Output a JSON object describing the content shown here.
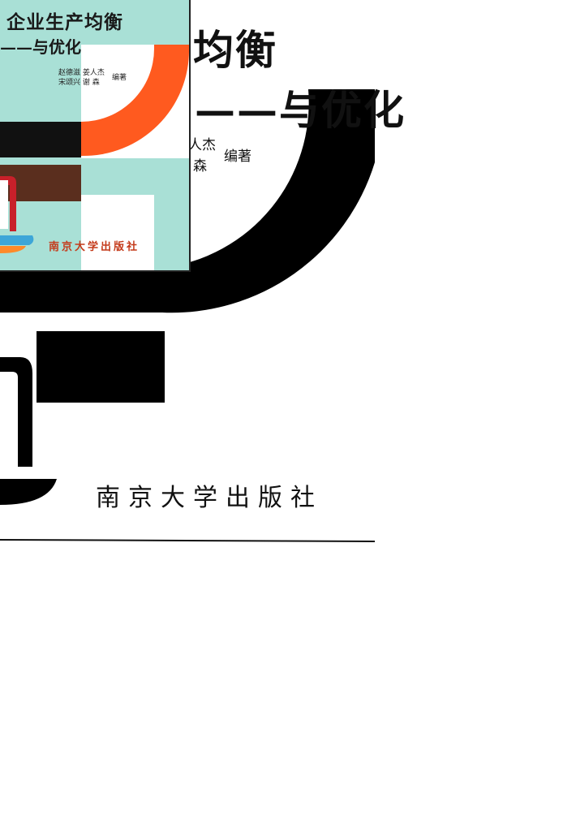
{
  "cover": {
    "title_main": "均衡",
    "title_sub": "——与优化",
    "author_fragment_1": "人杰",
    "author_fragment_2": "森",
    "editor_role": "编著",
    "publisher": "南京大学出版社"
  },
  "thumbnail": {
    "title": "企业生产均衡",
    "subtitle": "——与优化",
    "authors_line1": "赵德滋  姜人杰",
    "authors_line2": "宋颂兴  谢  森",
    "editor_role": "编著",
    "publisher": "南京大学出版社",
    "colors": {
      "background": "#a9e0d6",
      "orange": "#ff5a1f",
      "brown": "#5a2e1e",
      "black": "#111111"
    }
  }
}
